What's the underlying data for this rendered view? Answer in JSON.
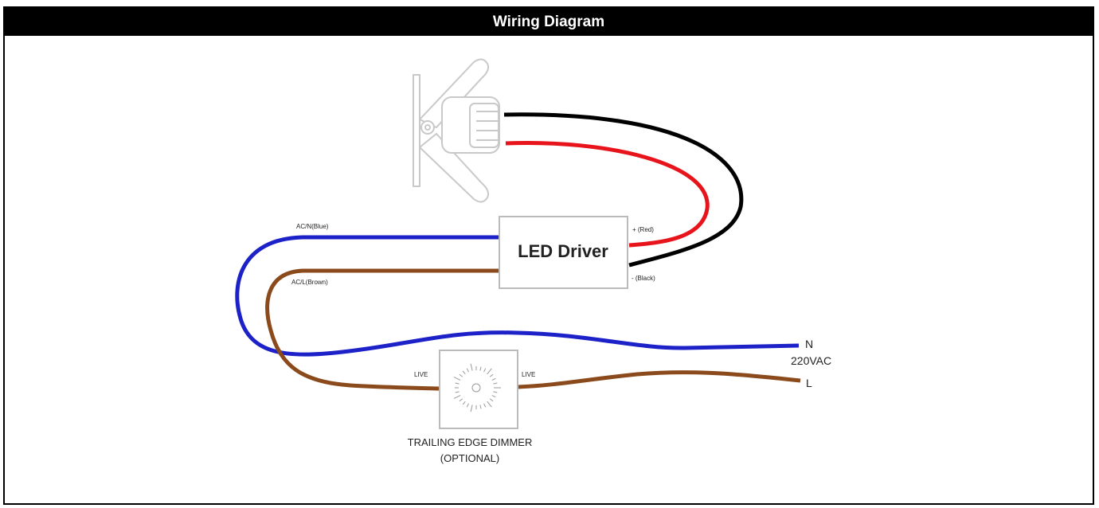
{
  "header": {
    "title": "Wiring Diagram"
  },
  "diagram": {
    "driver_label": "LED Driver",
    "wire_labels": {
      "ac_n": "AC/N(Blue)",
      "ac_l": "AC/L(Brown)",
      "plus": "+ (Red)",
      "minus": "- (Black)"
    },
    "supply": {
      "n": "N",
      "voltage": "220VAC",
      "l": "L"
    },
    "dimmer": {
      "live_left": "LIVE",
      "live_right": "LIVE",
      "label_line1": "TRAILING EDGE DIMMER",
      "label_line2": "(OPTIONAL)"
    },
    "colors": {
      "black_wire": "#000000",
      "red_wire": "#e8141c",
      "blue_wire": "#1c22c8",
      "brown_wire": "#8a4a1c"
    }
  }
}
